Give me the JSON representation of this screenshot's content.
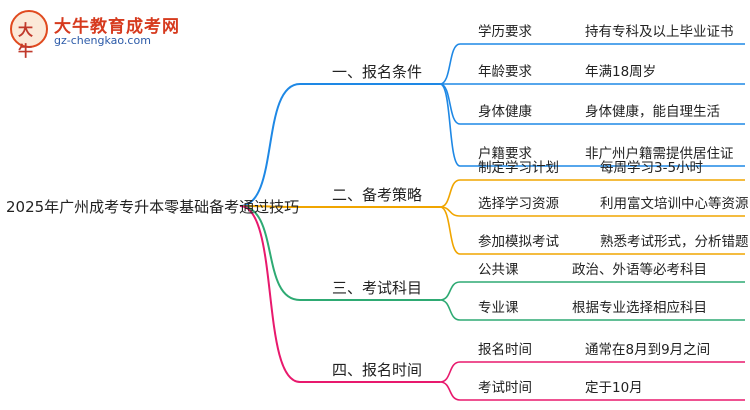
{
  "logo": {
    "mark": "大牛",
    "title": "大牛教育成考网",
    "url": "gz-chengkao.com"
  },
  "root": {
    "label": "2025年广州成考专升本零基础备考通过技巧"
  },
  "branches": [
    {
      "label": "一、报名条件",
      "color": "#1e88e5",
      "items": [
        {
          "topic": "学历要求",
          "detail": "持有专科及以上毕业证书"
        },
        {
          "topic": "年龄要求",
          "detail": "年满18周岁"
        },
        {
          "topic": "身体健康",
          "detail": "身体健康，能自理生活"
        },
        {
          "topic": "户籍要求",
          "detail": "非广州户籍需提供居住证"
        }
      ]
    },
    {
      "label": "二、备考策略",
      "color": "#f0a500",
      "items": [
        {
          "topic": "制定学习计划",
          "detail": "每周学习3-5小时"
        },
        {
          "topic": "选择学习资源",
          "detail": "利用富文培训中心等资源"
        },
        {
          "topic": "参加模拟考试",
          "detail": "熟悉考试形式，分析错题"
        }
      ]
    },
    {
      "label": "三、考试科目",
      "color": "#2eaa73",
      "items": [
        {
          "topic": "公共课",
          "detail": "政治、外语等必考科目"
        },
        {
          "topic": "专业课",
          "detail": "根据专业选择相应科目"
        }
      ]
    },
    {
      "label": "四、报名时间",
      "color": "#e8196d",
      "items": [
        {
          "topic": "报名时间",
          "detail": "通常在8月到9月之间"
        },
        {
          "topic": "考试时间",
          "detail": "定于10月"
        }
      ]
    }
  ]
}
